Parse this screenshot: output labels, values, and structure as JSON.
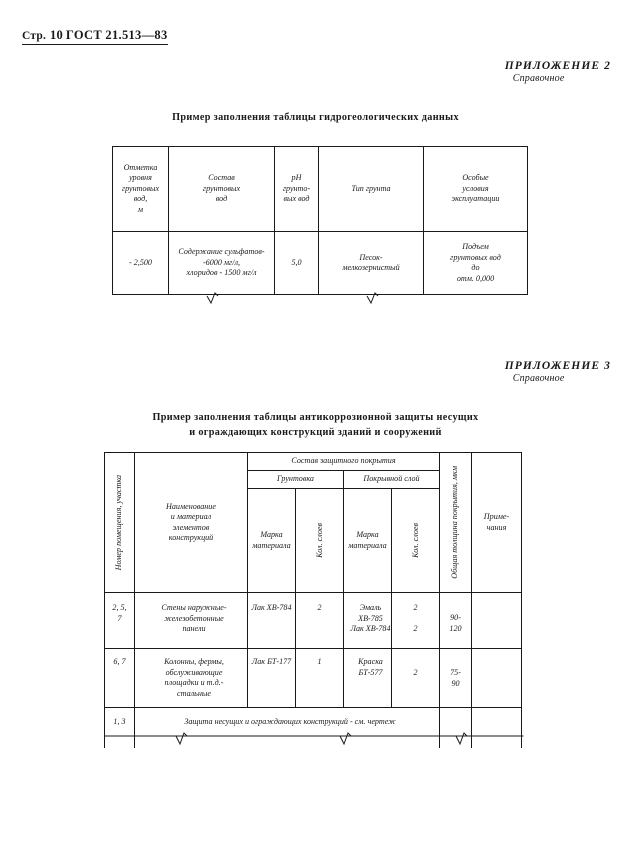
{
  "page_header": {
    "page_word": "Стр.",
    "page_number": "10",
    "standard": "ГОСТ 21.513—83"
  },
  "appendix_2": {
    "title": "ПРИЛОЖЕНИЕ 2",
    "subtitle": "Справочное"
  },
  "appendix_3": {
    "title": "ПРИЛОЖЕНИЕ 3",
    "subtitle": "Справочное"
  },
  "caption_1": "Пример заполнения таблицы гидрогеологических данных",
  "caption_2_line1": "Пример заполнения таблицы антикоррозионной защиты несущих",
  "caption_2_line2": "и ограждающих конструкций зданий и сооружений",
  "table_hydro": {
    "headers": [
      "Отметка уровня грунтовых вод, м",
      "Состав грунтовых вод",
      "рН грунто- вых вод",
      "Тип грунта",
      "Особые условия эксплуатации"
    ],
    "headers_lines": {
      "h0": [
        "Отметка",
        "уровня",
        "грунтовых",
        "вод,",
        "м"
      ],
      "h1": [
        "Состав",
        "грунтовых",
        "вод"
      ],
      "h2": [
        "рН",
        "грунто-",
        "вых вод"
      ],
      "h3": [
        "Тип  грунта"
      ],
      "h4": [
        "Особые",
        "условия",
        "эксплуатации"
      ]
    },
    "row": {
      "level": "- 2,500",
      "composition_lines": [
        "Содержание сульфатов-",
        "-6000 мг/л,",
        "хлоридов - 1500 мг/л"
      ],
      "ph": "5,0",
      "soil_type_lines": [
        "Песок-",
        "мелкозернистый"
      ],
      "conditions_lines": [
        "Подъем",
        "грунтовых вод",
        "до",
        "отм. 0,000"
      ]
    }
  },
  "table_anticorr": {
    "headers": {
      "number": "Номер помещения, участка",
      "name": [
        "Наименование",
        "и материал",
        "элементов",
        "конструкций"
      ],
      "coating_group": "Состав  защитного  покрытия",
      "primer": "Грунтовка",
      "topcoat": "Покрывной слой",
      "brand": [
        "Марка",
        "материала"
      ],
      "layers": "Кол. слоев",
      "thickness": "Общая толщина покрытия, мкм",
      "notes": [
        "Приме-",
        "чания"
      ]
    },
    "rows": [
      {
        "number": [
          "2, 5,",
          "7"
        ],
        "name": [
          "Стены наружные-",
          "железобетонные",
          "панели"
        ],
        "primer_brand": [
          "Лак ХВ-784"
        ],
        "primer_layers": [
          "2"
        ],
        "top_brand": [
          "Эмаль",
          "ХВ-785",
          "Лак ХВ-784"
        ],
        "top_layers": [
          "2",
          "",
          "2"
        ],
        "thickness": [
          "90-",
          "120"
        ],
        "notes": ""
      },
      {
        "number": [
          "6, 7"
        ],
        "name": [
          "Колонны, фермы,",
          "обслуживающие",
          "площадки и т.д.-",
          "стальные"
        ],
        "primer_brand": [
          "Лак БТ-177"
        ],
        "primer_layers": [
          "1"
        ],
        "top_brand": [
          "Краска",
          "БТ-577"
        ],
        "top_layers": [
          "",
          "2"
        ],
        "thickness": [
          "75-",
          "90"
        ],
        "notes": ""
      },
      {
        "number": [
          "1, 3"
        ],
        "span_text": "Защита  несущих  и   ограждающих  конструкций - см.  чертеж"
      }
    ]
  }
}
